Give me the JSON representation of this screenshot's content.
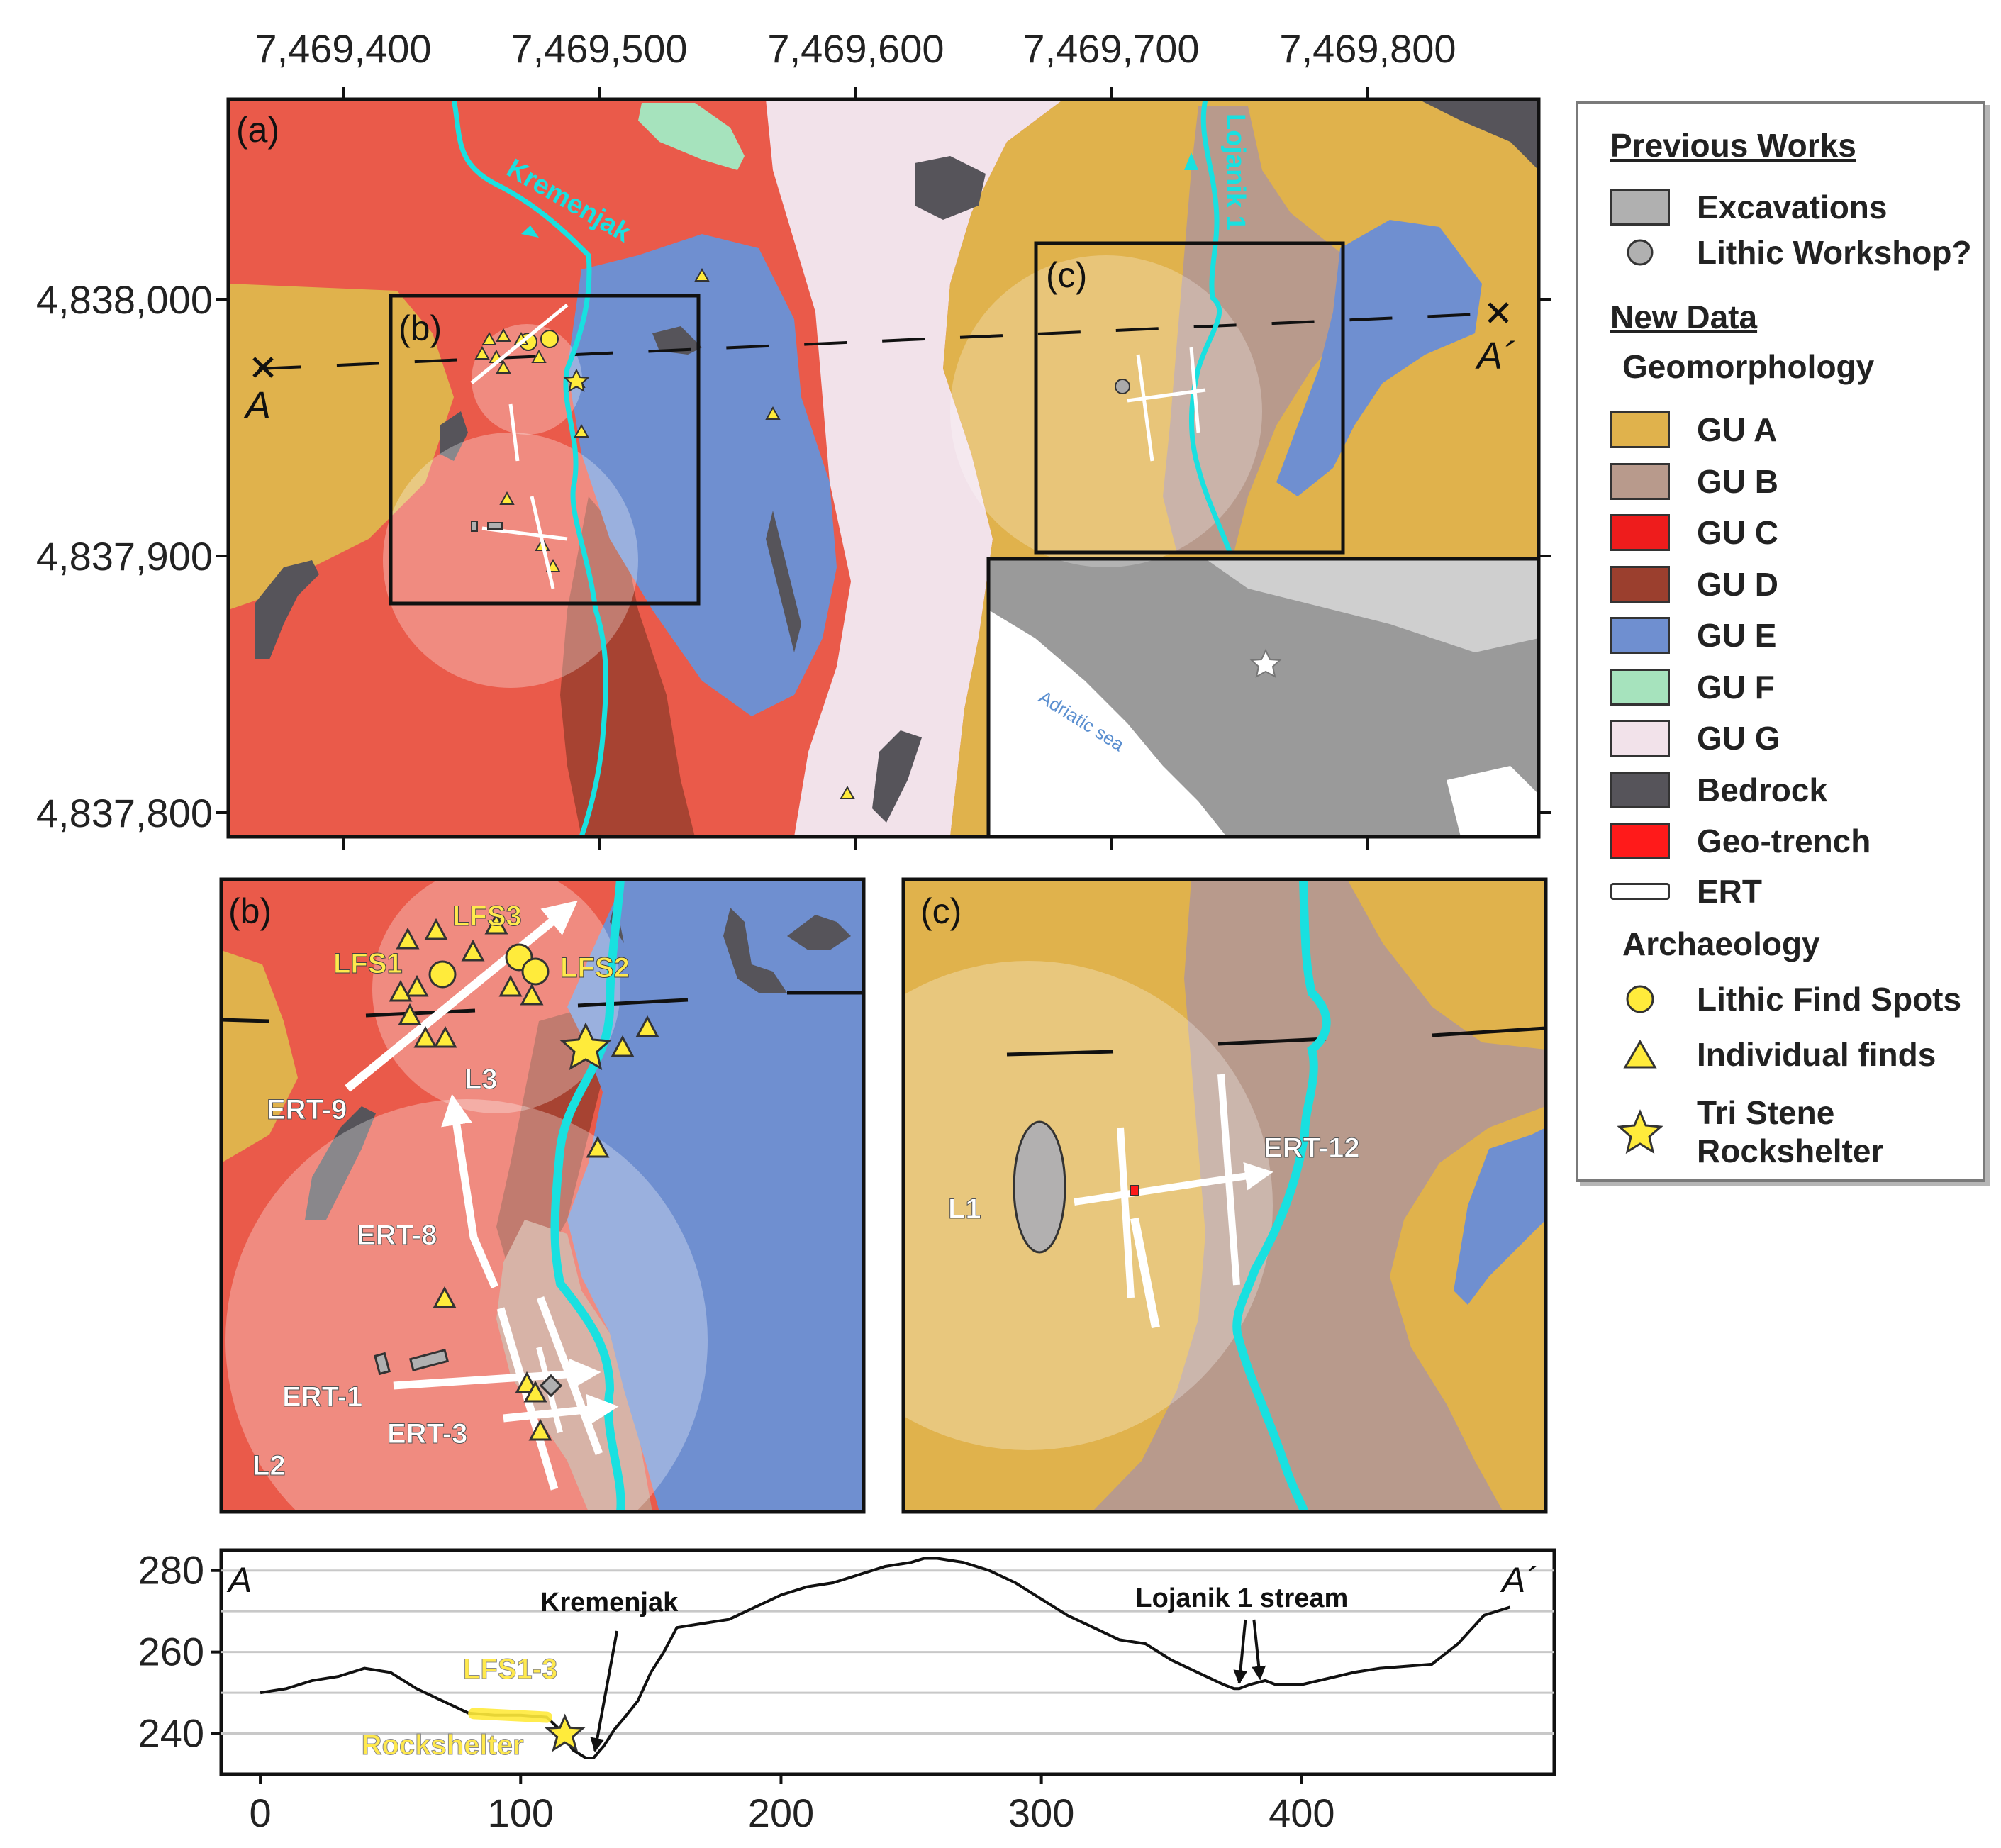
{
  "panels": {
    "a": "(a)",
    "b": "(b)",
    "c": "(c)"
  },
  "easting_ticks": [
    "7,469,400",
    "7,469,500",
    "7,469,600",
    "7,469,700",
    "7,469,800"
  ],
  "northing_ticks": [
    "4,838,000",
    "4,837,900",
    "4,837,800"
  ],
  "section_labels": {
    "start": "A",
    "end": "A´"
  },
  "streams": {
    "kremenjak": "Kremenjak",
    "lojanik": "Lojanik 1"
  },
  "inset": {
    "sea": "Adriatic sea"
  },
  "panel_b_labels": {
    "lfs1": "LFS1",
    "lfs2": "LFS2",
    "lfs3": "LFS3",
    "l3": "L3",
    "l2": "L2",
    "ert9": "ERT-9",
    "ert8": "ERT-8",
    "ert1": "ERT-1",
    "ert3": "ERT-3"
  },
  "panel_c_labels": {
    "l1": "L1",
    "ert12": "ERT-12"
  },
  "legend": {
    "previous_works": "Previous Works",
    "excavations": "Excavations",
    "lithic_workshop": "Lithic Workshop?",
    "new_data": "New Data",
    "geomorphology": "Geomorphology",
    "units": [
      {
        "label": "GU A",
        "color": "#e0b24c"
      },
      {
        "label": "GU B",
        "color": "#b89a8c"
      },
      {
        "label": "GU C",
        "color": "#ee1c1c"
      },
      {
        "label": "GU D",
        "color": "#9b3f2e"
      },
      {
        "label": "GU E",
        "color": "#6f8fd0"
      },
      {
        "label": "GU F",
        "color": "#a6e3bd"
      },
      {
        "label": "GU G",
        "color": "#f2e2ea"
      },
      {
        "label": "Bedrock",
        "color": "#56545a"
      },
      {
        "label": "Geo-trench",
        "color": "#ff1a1a"
      }
    ],
    "ert": "ERT",
    "archaeology": "Archaeology",
    "lithic_find_spots": "Lithic Find Spots",
    "individual_finds": "Individual finds",
    "rockshelter_line1": "Tri Stene",
    "rockshelter_line2": "Rockshelter"
  },
  "chart_data": {
    "type": "line",
    "title": "",
    "xlabel": "",
    "ylabel": "",
    "x_ticks": [
      0,
      100,
      200,
      300,
      400
    ],
    "y_ticks": [
      240,
      260,
      280
    ],
    "xlim": [
      -15,
      497
    ],
    "ylim": [
      230,
      285
    ],
    "grid": true,
    "series": [
      {
        "x": [
          0,
          10,
          20,
          30,
          40,
          50,
          60,
          70,
          80,
          90,
          100,
          110,
          115,
          120,
          125,
          128,
          132,
          136,
          140,
          145,
          150,
          155,
          160,
          170,
          180,
          190,
          200,
          210,
          220,
          230,
          240,
          250,
          255,
          260,
          265,
          270,
          280,
          290,
          300,
          310,
          320,
          330,
          340,
          350,
          360,
          370,
          374,
          376,
          380,
          386,
          390,
          400,
          410,
          420,
          430,
          440,
          450,
          460,
          470,
          480
        ],
        "y": [
          250,
          251,
          253,
          254,
          256,
          255,
          251,
          248,
          245,
          244.5,
          244.5,
          244,
          241,
          236,
          234,
          234,
          237,
          241,
          244,
          248,
          255,
          260,
          266,
          267,
          268,
          271,
          274,
          276,
          277,
          279,
          281,
          282,
          283,
          283,
          282.5,
          282,
          280,
          277,
          273,
          269,
          266,
          263,
          262,
          258,
          255,
          252,
          251,
          251,
          252,
          253,
          252,
          252,
          253.5,
          255,
          256,
          256.5,
          257,
          262,
          269,
          271
        ]
      }
    ],
    "annotations": [
      {
        "text": "Kremenjak",
        "x": 128
      },
      {
        "text": "Lojanik 1 stream",
        "x": 380
      },
      {
        "text": "LFS1-3",
        "x_range": [
          82,
          110
        ]
      },
      {
        "text": "Rockshelter",
        "x": 117
      }
    ]
  }
}
